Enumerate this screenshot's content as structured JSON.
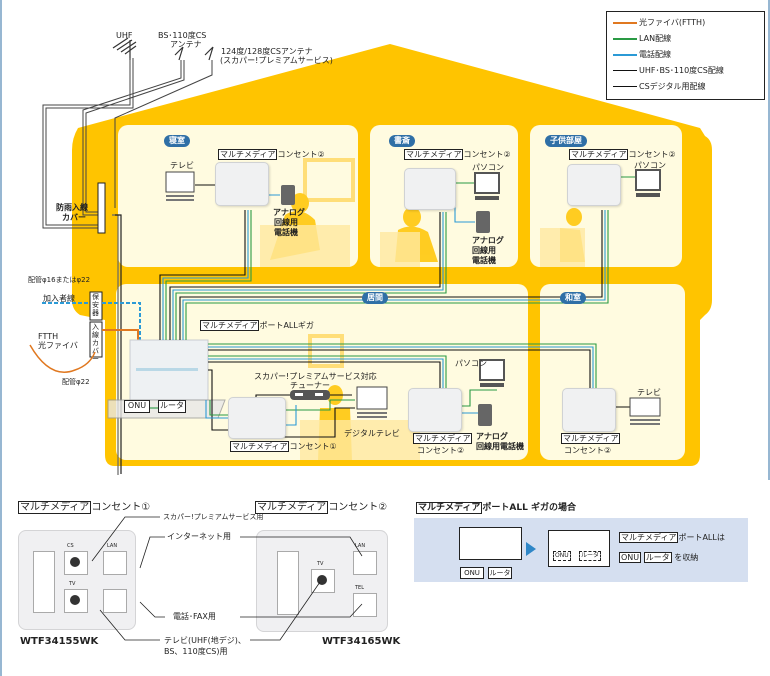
{
  "legend": {
    "items": [
      {
        "label": "光ファイバ(FTTH)",
        "color": "#e07820"
      },
      {
        "label": "LAN配線",
        "color": "#2a9a44"
      },
      {
        "label": "電話配線",
        "color": "#2b9ad6"
      },
      {
        "label": "UHF･BS･110度CS配線",
        "color": "#111111"
      },
      {
        "label": "CSデジタル用配線",
        "color": "#111111"
      }
    ]
  },
  "antennas": {
    "uhf": "UHF",
    "bs_line1": "BS･110度CS",
    "bs_line2": "アンテナ",
    "cs_line1": "124度/128度CSアンテナ",
    "cs_line2": "(スカパー!プレミアムサービス)"
  },
  "entry": {
    "rain_cover_line1": "防雨入線",
    "rain_cover_line2": "カバー",
    "pipe1": "配管φ16またはφ22",
    "subscriber_line": "加入者線",
    "protector": "保安器",
    "entry_cover": "入線カバー",
    "ftth_line1": "FTTH",
    "ftth_line2": "光ファイバ",
    "pipe2": "配管φ22"
  },
  "common": {
    "multimedia": "マルチメディア",
    "outlet1": "コンセント①",
    "outlet2": "コンセント②",
    "tv": "テレビ",
    "pc": "パソコン",
    "phone_l1": "アナログ",
    "phone_l2": "回線用",
    "phone_l3": "電話機",
    "phone_inline": "回線用電話機"
  },
  "rooms": {
    "bedroom": "寝室",
    "study": "書斎",
    "kids": "子供部屋",
    "living": "居間",
    "japanese": "和室"
  },
  "living": {
    "port_all_giga": "ポートALLギガ",
    "onu": "ONU",
    "router": "ルータ",
    "tuner_line1": "スカパー!プレミアムサービス対応",
    "tuner_line2": "チューナー",
    "digital_tv": "デジタルテレビ"
  },
  "bottom": {
    "outlet1_title": "コンセント①",
    "outlet2_title": "コンセント②",
    "model1": "WTF34155WK",
    "model2": "WTF34165WK",
    "callout_cs": "スカパー!プレミアムサービス用",
    "callout_internet": "インターネット用",
    "callout_phone": "電話･FAX用",
    "callout_tv_line1": "テレビ(UHF(地デジ)、",
    "callout_tv_line2": "BS、110度CS)用",
    "jack_cs": "CS",
    "jack_lan": "LAN",
    "jack_tv": "TV",
    "jack_tel": "TEL"
  },
  "portall": {
    "title_suffix": "ポートALL ギガの場合",
    "onu": "ONU",
    "router": "ルータ",
    "desc_suffix": "ポートALLは",
    "desc_store": "を収納"
  }
}
